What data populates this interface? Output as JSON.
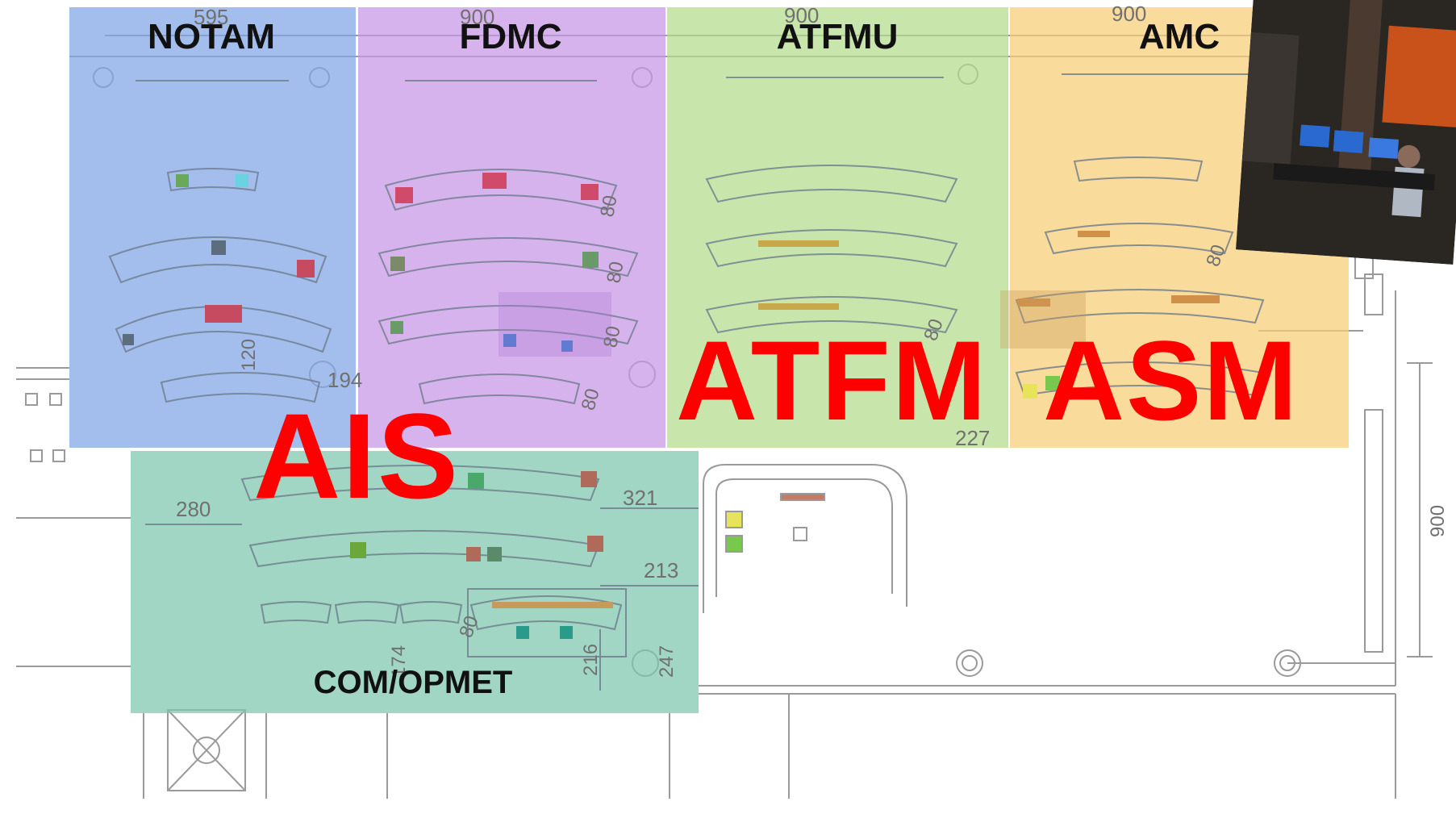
{
  "zones": {
    "notam": {
      "label": "NOTAM",
      "color": "#7fa3e6"
    },
    "fdmc": {
      "label": "FDMC",
      "color": "#c896e6"
    },
    "atfmu": {
      "label": "ATFMU",
      "color": "#b3dc8c"
    },
    "amc": {
      "label": "AMC",
      "color": "#f6cd76"
    },
    "com_opmet": {
      "label": "COM/OPMET",
      "color": "#7cc6ac"
    }
  },
  "groups": {
    "ais": "AIS",
    "atfm": "ATFM",
    "asm": "ASM",
    "color": "#ff0000"
  },
  "dimensions": {
    "top": [
      "595",
      "900",
      "900",
      "900"
    ],
    "right": "900",
    "d194": "194",
    "d120": "120",
    "d80a": "80",
    "d80b": "80",
    "d80c": "80",
    "d80d": "80",
    "d80e": "80",
    "d80f": "80",
    "d80g": "80",
    "d227": "227",
    "d280": "280",
    "d321": "321",
    "d213": "213",
    "d216": "216",
    "d247": "247",
    "d174": "174"
  }
}
